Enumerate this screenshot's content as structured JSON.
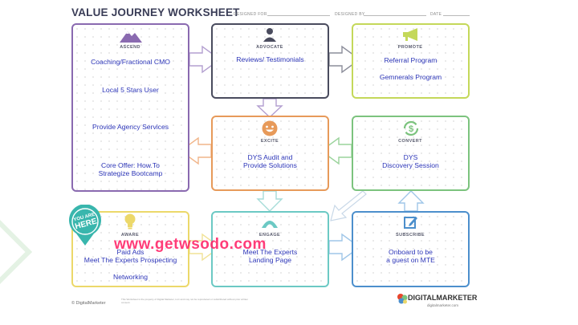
{
  "worksheet": {
    "title": "VALUE JOURNEY WORKSHEET",
    "designed_for": "DESIGNED FOR",
    "designed_by": "DESIGNED BY",
    "date": "DATE"
  },
  "stages": {
    "ascend": {
      "label": "ASCEND",
      "items": [
        "Coaching/Fractional CMO",
        "Local 5 Stars User",
        "Provide Agency Services",
        "Core Offer: How.To",
        "Strategize Bootcamp"
      ]
    },
    "advocate": {
      "label": "ADVOCATE",
      "items": [
        "Reviews/ Testimonials"
      ]
    },
    "promote": {
      "label": "PROMOTE",
      "items": [
        "Referral Program",
        "Gemnerals Program"
      ]
    },
    "excite": {
      "label": "EXCITE",
      "items": [
        "DYS Audit and",
        "Provide Solutions"
      ]
    },
    "convert": {
      "label": "CONVERT",
      "items": [
        "DYS",
        "Discovery Session"
      ]
    },
    "aware": {
      "label": "AWARE",
      "items": [
        "Paid Ads",
        "Meet The Experts Prospecting",
        "Networking"
      ]
    },
    "engage": {
      "label": "ENGAGE",
      "items": [
        "Meet The Experts",
        "Landing Page"
      ]
    },
    "subscribe": {
      "label": "SUBSCRIBE",
      "items": [
        "Onboard to be",
        "a guest on MTE"
      ]
    }
  },
  "badge": {
    "line1": "YOU ARE",
    "line2": "HERE"
  },
  "watermark": "www.getwsodo.com",
  "footer": {
    "copyright": "© DigitalMarketer",
    "fine_print": "This Worksheet is the property of Digital Marketer, LLC and may not be reproduced or redistributed without prior written consent.",
    "logo": "DIGITALMARKETER",
    "url": "digitalmarketer.com"
  },
  "colors": {
    "text": "#2d36b8",
    "ascend": "#8a6ab0",
    "advocate": "#4a4c5e",
    "promote": "#c4d85a",
    "excite": "#e79a5a",
    "convert": "#7cc37e",
    "aware": "#ecd86a",
    "engage": "#6cc9c4",
    "subscribe": "#4c8fcc",
    "watermark": "#ff2266"
  }
}
